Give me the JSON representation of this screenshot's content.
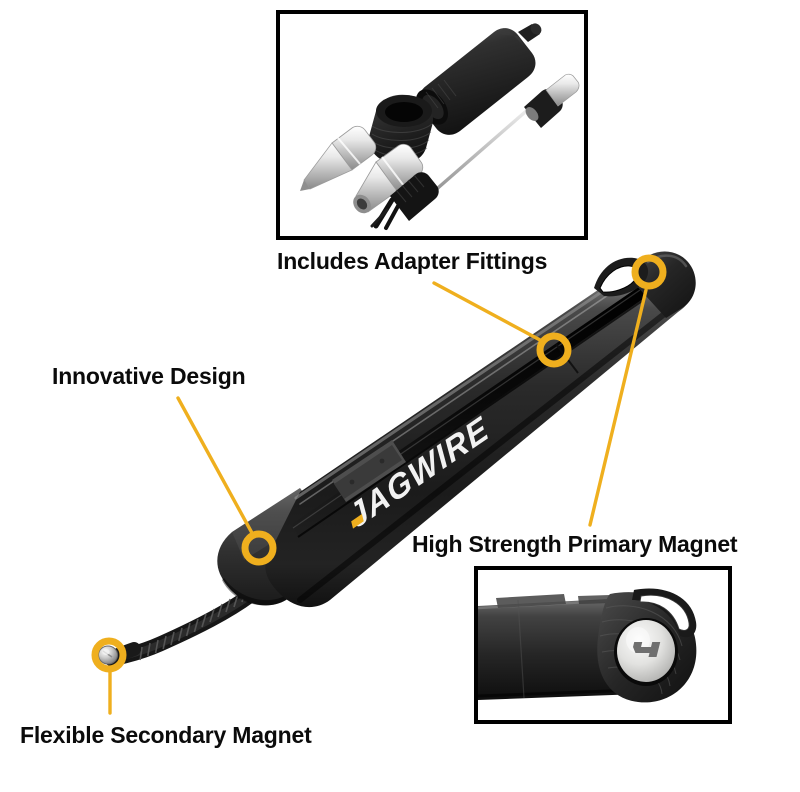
{
  "product": {
    "brand": "JAGWIRE",
    "logo_text": "JAGWIRE",
    "description_alt": "Black bicycle cable and housing installation tool with flexible magnetic lead"
  },
  "colors": {
    "accent_yellow": "#EFAF1E",
    "label_black": "#0B0B0B",
    "background": "#FFFFFF",
    "body_black": "#2B2B2B",
    "frame_black": "#000000",
    "chrome_silver": "#D8D8D6"
  },
  "callouts": [
    {
      "id": "adapter-fittings",
      "label": "Includes Adapter Fittings",
      "marker": "ring",
      "target": "mid-barrel-seam"
    },
    {
      "id": "innovative-design",
      "label": "Innovative Design",
      "marker": "ring",
      "target": "handle-grip-end"
    },
    {
      "id": "primary-magnet",
      "label": "High Strength Primary Magnet",
      "marker": "ring",
      "target": "end-cap-magnet"
    },
    {
      "id": "secondary-magnet",
      "label": "Flexible Secondary Magnet",
      "marker": "ring",
      "target": "gooseneck-tip"
    }
  ],
  "insets": [
    {
      "id": "adapter-fittings-photo",
      "caption": "Includes Adapter Fittings",
      "contents": [
        "threaded-barrel-adapter",
        "threaded-collar-ring",
        "tapered-needle-tip-fitting",
        "hex-socket-fitting",
        "split-jaw-gripper-on-steel-rod"
      ]
    },
    {
      "id": "primary-magnet-photo",
      "caption": "High Strength Primary Magnet",
      "contents": [
        "pump-end-cap",
        "knurled-grip-collar",
        "hang-loop",
        "silver-magnet-disc-with-j-logo"
      ]
    }
  ],
  "icons": {
    "ring_marker": "circle-outline-marker-icon",
    "leader_line": "leader-line-icon"
  }
}
